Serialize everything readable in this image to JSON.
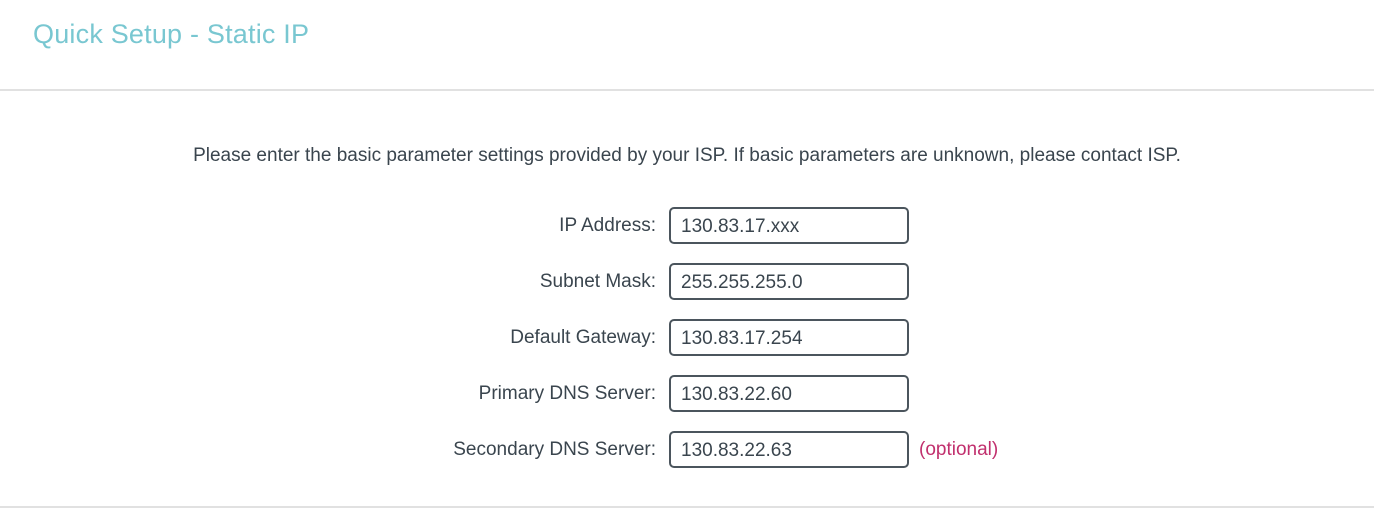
{
  "page": {
    "title": "Quick Setup - Static IP",
    "instruction": "Please enter the basic parameter settings provided by your ISP. If basic parameters are unknown, please contact ISP."
  },
  "form": {
    "fields": [
      {
        "label": "IP Address:",
        "value": "130.83.17.xxx",
        "note": ""
      },
      {
        "label": "Subnet Mask:",
        "value": "255.255.255.0",
        "note": ""
      },
      {
        "label": "Default Gateway:",
        "value": "130.83.17.254",
        "note": ""
      },
      {
        "label": "Primary DNS Server:",
        "value": "130.83.22.60",
        "note": ""
      },
      {
        "label": "Secondary DNS Server:",
        "value": "130.83.22.63",
        "note": "(optional)"
      }
    ]
  },
  "colors": {
    "title_accent": "#79c7d1",
    "body_text": "#3a454e",
    "optional_note": "#c12f6d",
    "divider": "#e1e1e1",
    "input_border": "#4b555d"
  }
}
